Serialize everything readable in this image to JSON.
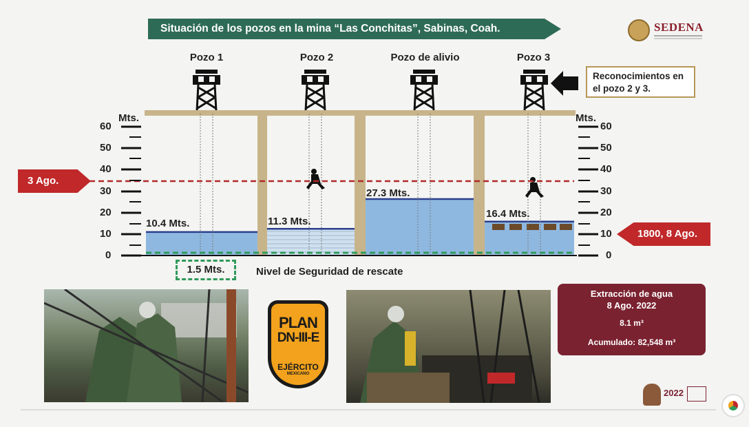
{
  "header": {
    "title": "Situación de los pozos en la mina “Las Conchitas”, Sabinas, Coah.",
    "logo_text": "SEDENA"
  },
  "wells": [
    {
      "name": "Pozo 1",
      "level_label": "10.4 Mts.",
      "level": 10.4
    },
    {
      "name": "Pozo 2",
      "level_label": "11.3 Mts.",
      "level": 11.3
    },
    {
      "name": "Pozo de alivio",
      "level_label": "27.3 Mts.",
      "level": 27.3
    },
    {
      "name": "Pozo 3",
      "level_label": "16.4 Mts.",
      "level": 16.4
    }
  ],
  "note": "Reconocimientos en el pozo 2 y 3.",
  "axis": {
    "unit": "Mts.",
    "ticks": [
      "60",
      "50",
      "40",
      "30",
      "20",
      "10",
      "0"
    ]
  },
  "markers": {
    "left": "3 Ago.",
    "right": "1800, 8 Ago."
  },
  "safety": {
    "box": "1.5 Mts.",
    "label": "Nivel de Seguridad de rescate"
  },
  "plan": {
    "line1": "PLAN",
    "line2": "DN-III-E",
    "line3": "EJÉRCITO",
    "line4": "MEXICANO"
  },
  "extraction": {
    "title": "Extracción de agua",
    "date": "8 Ago. 2022",
    "daily": "8.1 m³",
    "total": "Acumulado: 82,548 m³"
  },
  "footer": {
    "year": "2022"
  },
  "colors": {
    "banner": "#2e6b57",
    "water": "#8fb8e0",
    "alert": "#c0282a",
    "panel": "#7a2230",
    "frame": "#c8b48a"
  }
}
